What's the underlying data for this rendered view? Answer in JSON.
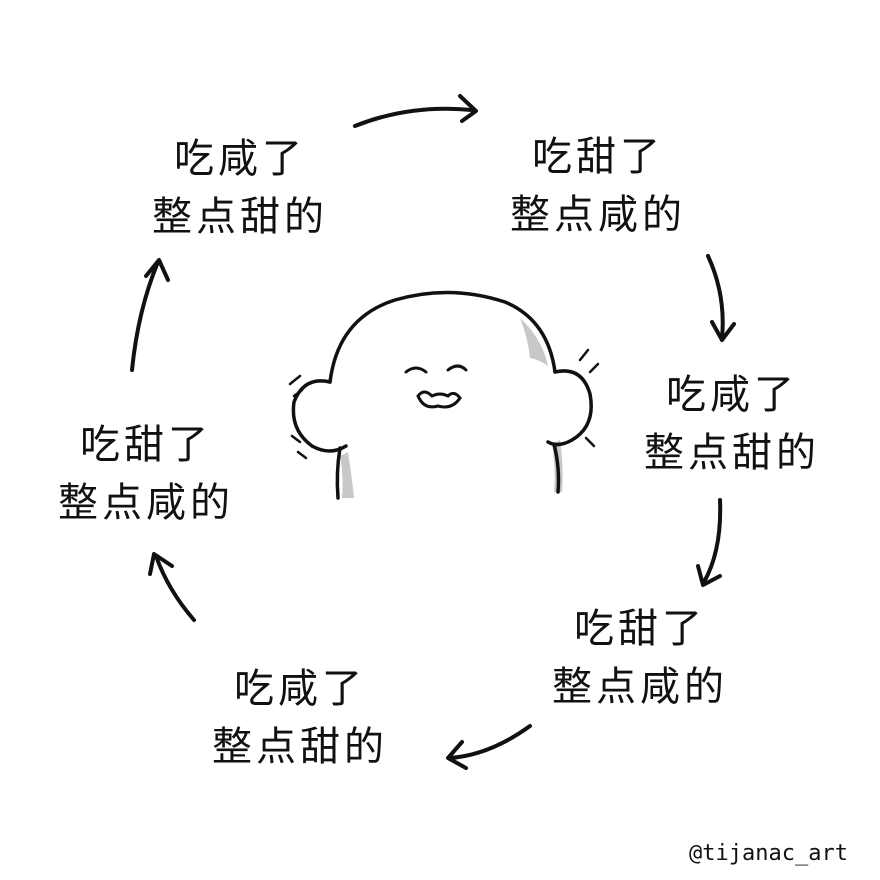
{
  "phrases": {
    "salty_then_sweet": {
      "line1": "吃咸了",
      "line2": "整点甜的"
    },
    "sweet_then_salty": {
      "line1": "吃甜了",
      "line2": "整点咸的"
    }
  },
  "labels": [
    {
      "line1": "吃咸了",
      "line2": "整点甜的"
    },
    {
      "line1": "吃甜了",
      "line2": "整点咸的"
    },
    {
      "line1": "吃咸了",
      "line2": "整点甜的"
    },
    {
      "line1": "吃甜了",
      "line2": "整点咸的"
    },
    {
      "line1": "吃咸了",
      "line2": "整点甜的"
    },
    {
      "line1": "吃甜了",
      "line2": "整点咸的"
    }
  ],
  "watermark": "@tijanac_art",
  "colors": {
    "ink": "#111111",
    "shadow": "#c8c8c8",
    "background": "#ffffff"
  }
}
